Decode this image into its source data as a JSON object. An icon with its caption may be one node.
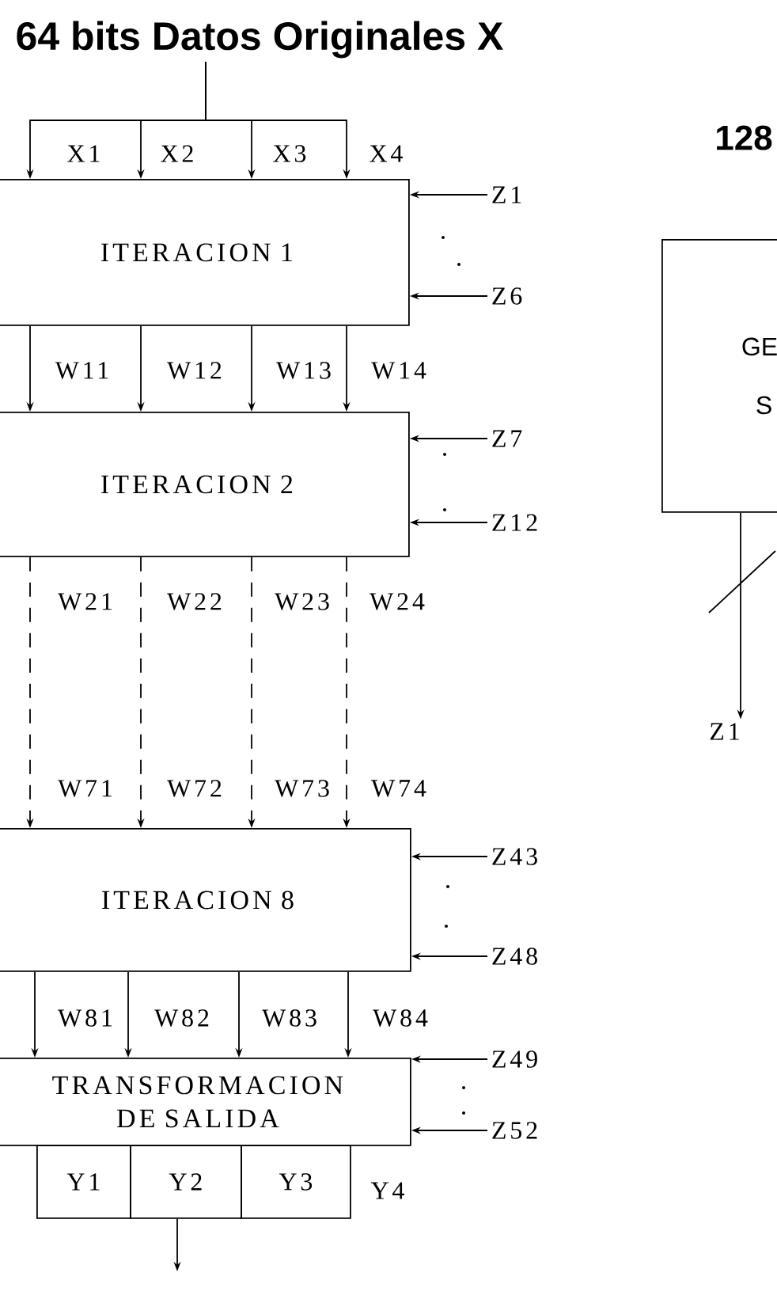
{
  "diagram": {
    "nodes": [
      {
        "text": [
          "64 bits Datos Originales X"
        ]
      },
      {
        "text": [
          "ITERACION 1"
        ]
      },
      {
        "text": [
          "ITERACION 2"
        ]
      },
      {
        "text": [
          "ITERACION 8"
        ]
      },
      {
        "text": [
          "TRANSFORMACION DE SALIDA"
        ]
      },
      {
        "text": [
          "Y1"
        ]
      },
      {
        "text": [
          "Y2"
        ]
      },
      {
        "text": [
          "Y3"
        ]
      },
      {
        "text": [
          "Z1"
        ]
      },
      {
        "text": [
          "Z6"
        ]
      },
      {
        "text": [
          "Z7"
        ]
      },
      {
        "text": [
          "Z12"
        ]
      },
      {
        "text": [
          "Z43"
        ]
      },
      {
        "text": [
          "Z48"
        ]
      },
      {
        "text": [
          "Z49"
        ]
      },
      {
        "text": [
          "Z52"
        ]
      },
      {
        "text": [
          "GE",
          "S"
        ]
      },
      {
        "text": [
          "Z1"
        ]
      }
    ],
    "edges": [
      {
        "from": 0,
        "to": 1,
        "arrow": "to",
        "label": "X1"
      },
      {
        "from": 0,
        "to": 1,
        "arrow": "to",
        "label": "X2"
      },
      {
        "from": 0,
        "to": 1,
        "arrow": "to",
        "label": "X3"
      },
      {
        "from": 0,
        "to": 1,
        "arrow": "to",
        "label": "X4"
      },
      {
        "from": 1,
        "to": 2,
        "arrow": "to",
        "label": "W11"
      },
      {
        "from": 1,
        "to": 2,
        "arrow": "to",
        "label": "W12"
      },
      {
        "from": 1,
        "to": 2,
        "arrow": "to",
        "label": "W13"
      },
      {
        "from": 1,
        "to": 2,
        "arrow": "to",
        "label": "W14"
      },
      {
        "from": 2,
        "to": 3,
        "arrow": "to",
        "label": "W21",
        "style": "dashed"
      },
      {
        "from": 2,
        "to": 3,
        "arrow": "to",
        "label": "W22",
        "style": "dashed"
      },
      {
        "from": 2,
        "to": 3,
        "arrow": "to",
        "label": "W23",
        "style": "dashed"
      },
      {
        "from": 2,
        "to": 3,
        "arrow": "to",
        "label": "W24",
        "style": "dashed"
      },
      {
        "from": 3,
        "to": 4,
        "arrow": "to",
        "label": "W81"
      },
      {
        "from": 3,
        "to": 4,
        "arrow": "to",
        "label": "W82"
      },
      {
        "from": 3,
        "to": 4,
        "arrow": "to",
        "label": "W83"
      },
      {
        "from": 3,
        "to": 4,
        "arrow": "to",
        "label": "W84"
      },
      {
        "from": 8,
        "to": 1,
        "arrow": "to"
      },
      {
        "from": 9,
        "to": 1,
        "arrow": "to"
      },
      {
        "from": 10,
        "to": 2,
        "arrow": "to"
      },
      {
        "from": 11,
        "to": 2,
        "arrow": "to"
      },
      {
        "from": 12,
        "to": 3,
        "arrow": "to"
      },
      {
        "from": 13,
        "to": 3,
        "arrow": "to"
      },
      {
        "from": 14,
        "to": 4,
        "arrow": "to"
      },
      {
        "from": 15,
        "to": 4,
        "arrow": "to"
      },
      {
        "from": 6,
        "to": null,
        "arrow": "to"
      },
      {
        "from": 16,
        "to": 17,
        "arrow": "to"
      }
    ],
    "labels": [
      "128",
      "W71",
      "W72",
      "W73",
      "W74",
      "Y4"
    ]
  }
}
